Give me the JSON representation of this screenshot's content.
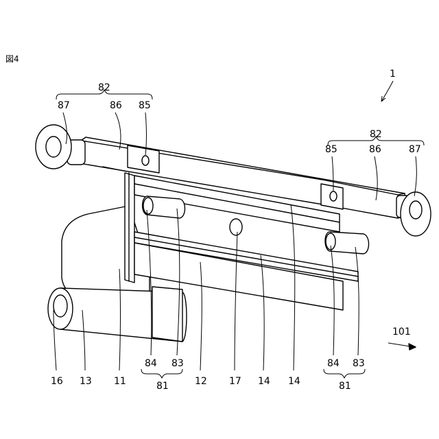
{
  "figure_label": "図4",
  "assembly_label": "1",
  "direction_label": "101",
  "top_labels": {
    "left_group": "82",
    "left_87": "87",
    "left_86": "86",
    "left_85": "85",
    "right_group": "82",
    "right_85": "85",
    "right_86": "86",
    "right_87": "87"
  },
  "bottom_labels": {
    "l16": "16",
    "l13": "13",
    "l11": "11",
    "l84a": "84",
    "l83a": "83",
    "l81a": "81",
    "l12": "12",
    "l17": "17",
    "l14a": "14",
    "l14b": "14",
    "l84b": "84",
    "l83b": "83",
    "l81b": "81"
  }
}
